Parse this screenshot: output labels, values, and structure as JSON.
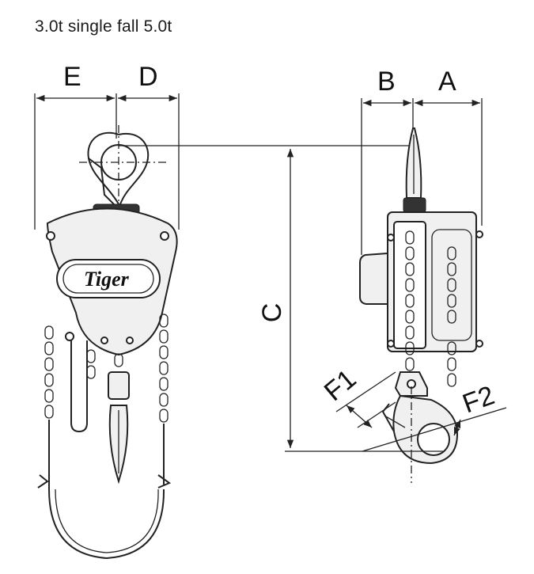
{
  "caption": "3.0t single fall  5.0t",
  "brand": "Tiger",
  "dimension_labels": {
    "a": "A",
    "b": "B",
    "c": "C",
    "d": "D",
    "e": "E",
    "f1": "F1",
    "f2": "F2"
  }
}
